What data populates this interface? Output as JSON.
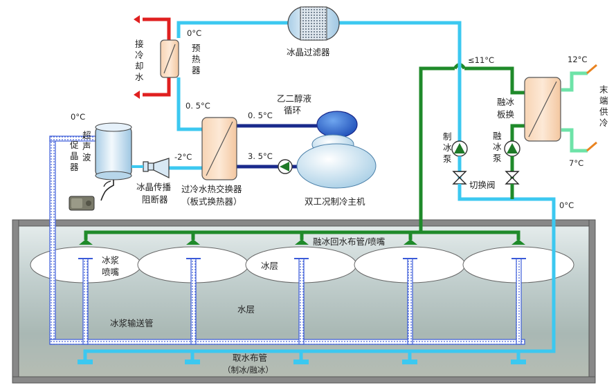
{
  "labels": {
    "ice_crystal_filter": "冰晶过滤器",
    "cooling_water_char1": "接",
    "cooling_water_char2": "冷",
    "cooling_water_char3": "却",
    "cooling_water_char4": "水",
    "preheater_char1": "预",
    "preheater_char2": "热",
    "preheater_char3": "器",
    "glycol_line1": "乙二醇液",
    "glycol_line2": "循环",
    "subcooled_hx_line1": "过冷水热交换器",
    "subcooled_hx_line2": "（板式换热器）",
    "dual_chiller": "双工况制冷主机",
    "ultrasonic_char1": "超",
    "ultrasonic_char2": "声",
    "ultrasonic_char3": "波",
    "crystallizer_char1": "促",
    "crystallizer_char2": "晶",
    "crystallizer_char3": "器",
    "propagation_blocker_line1": "冰晶传播",
    "propagation_blocker_line2": "阻断器",
    "ice_pump_char1": "制",
    "ice_pump_char2": "冰",
    "ice_pump_char3": "泵",
    "melt_hx_line1": "融冰",
    "melt_hx_line2": "板换",
    "melt_pump_char1": "融",
    "melt_pump_char2": "冰",
    "melt_pump_char3": "泵",
    "switch_valve": "切换阀",
    "end_supply_char1": "末",
    "end_supply_char2": "端",
    "end_supply_char3": "供",
    "end_supply_char4": "冷",
    "melt_return_pipe": "融冰回水布管/喷嘴",
    "slurry_nozzle_line1": "冰浆",
    "slurry_nozzle_line2": "喷嘴",
    "ice_layer": "冰层",
    "water_layer": "水层",
    "slurry_pipe": "冰浆输送管",
    "intake_pipe_line1": "取水布管",
    "intake_pipe_line2": "（制冰/融冰）"
  },
  "temperatures": {
    "preheater_outlet": "0°C",
    "hx_inlet": "0. 5°C",
    "glycol_supply": "0. 5°C",
    "glycol_return": "3. 5°C",
    "hx_outlet": "-2°C",
    "crystallizer": "0°C",
    "melt_return": "≤11°C",
    "end_return": "12°C",
    "end_supply": "7°C",
    "intake": "0°C"
  },
  "colors": {
    "ice_water_pipe": "#3cc8f0",
    "melt_water_pipe": "#1f8a2a",
    "glycol_pipe": "#1a2a8c",
    "cooling_water_pipe": "#e02020",
    "end_supply_pipe": "#6ee3a8",
    "slurry_pipe": "#3a5ad8"
  },
  "icons": {
    "ice_pump": "pump-icon",
    "melt_pump": "pump-icon",
    "glycol_pump": "pump-icon",
    "switch_valve": "valve-icon",
    "melt_valve": "valve-icon",
    "ultrasonic": "ultrasonic-generator-icon",
    "blocker": "horn-icon"
  }
}
